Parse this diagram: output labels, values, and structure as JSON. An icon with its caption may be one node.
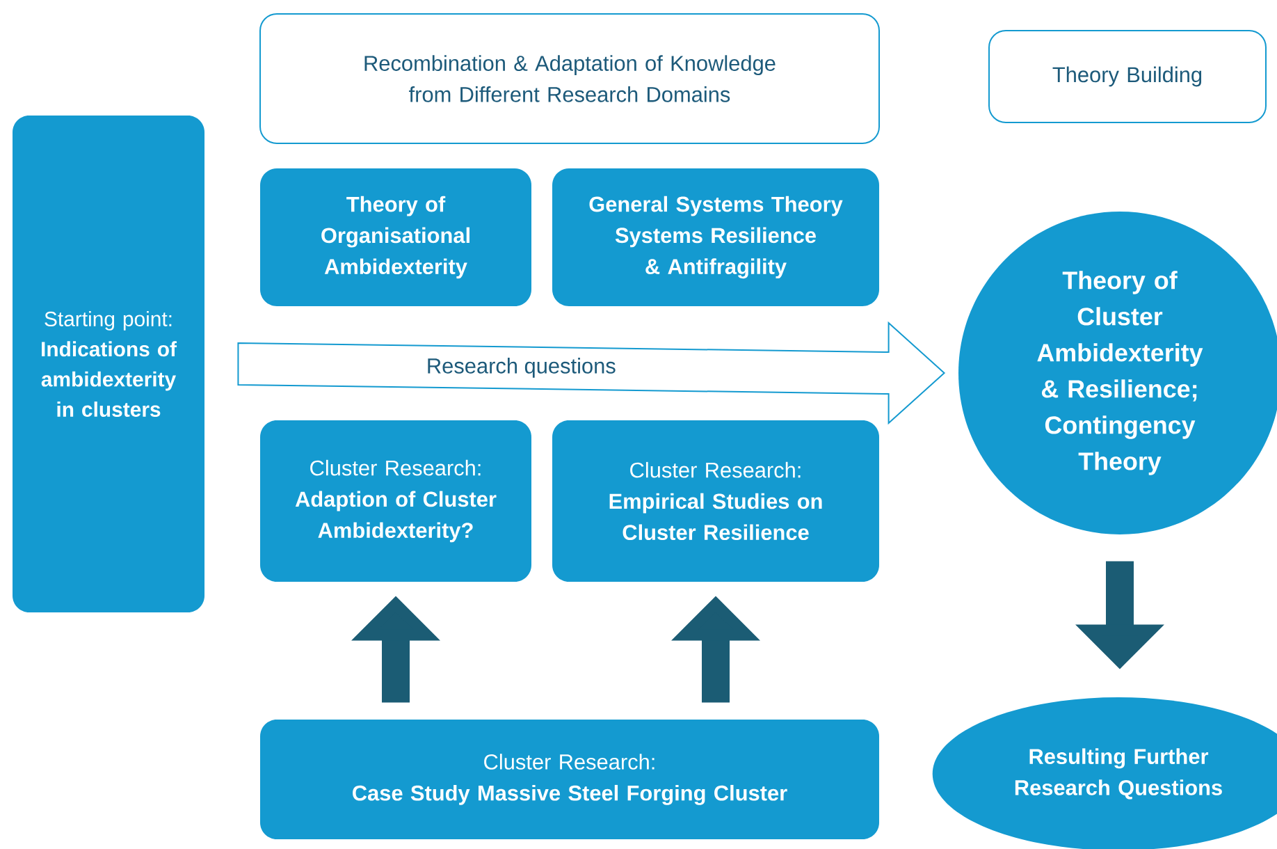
{
  "diagram": {
    "nodes": [
      {
        "text": [
          "Recombination & Adaptation of Knowledge from Different Research Domains"
        ]
      },
      {
        "text": [
          "Theory Building"
        ]
      },
      {
        "text": [
          "Starting point:",
          "Indications of ambidexterity in clusters"
        ]
      },
      {
        "text": [
          "Theory of Organisational Ambidexterity"
        ]
      },
      {
        "text": [
          "General Systems Theory",
          "Systems Resilience & Antifragility"
        ]
      },
      {
        "text": [
          "Cluster Research:",
          "Adaption of Cluster Ambidexterity?"
        ]
      },
      {
        "text": [
          "Cluster Research:",
          "Empirical Studies on Cluster Resilience"
        ]
      },
      {
        "text": [
          "Theory of Cluster Ambidexterity & Resilience; Contingency Theory"
        ]
      },
      {
        "text": [
          "Cluster Research:",
          "Case Study Massive Steel Forging Cluster"
        ]
      },
      {
        "text": [
          "Resulting Further Research Questions"
        ]
      }
    ],
    "edges": [
      {
        "from": 2,
        "to": 7,
        "arrow": "to",
        "label": "Research questions"
      },
      {
        "from": 8,
        "to": 5,
        "arrow": "to"
      },
      {
        "from": 8,
        "to": 6,
        "arrow": "to"
      },
      {
        "from": 7,
        "to": 9,
        "arrow": "to"
      }
    ]
  }
}
